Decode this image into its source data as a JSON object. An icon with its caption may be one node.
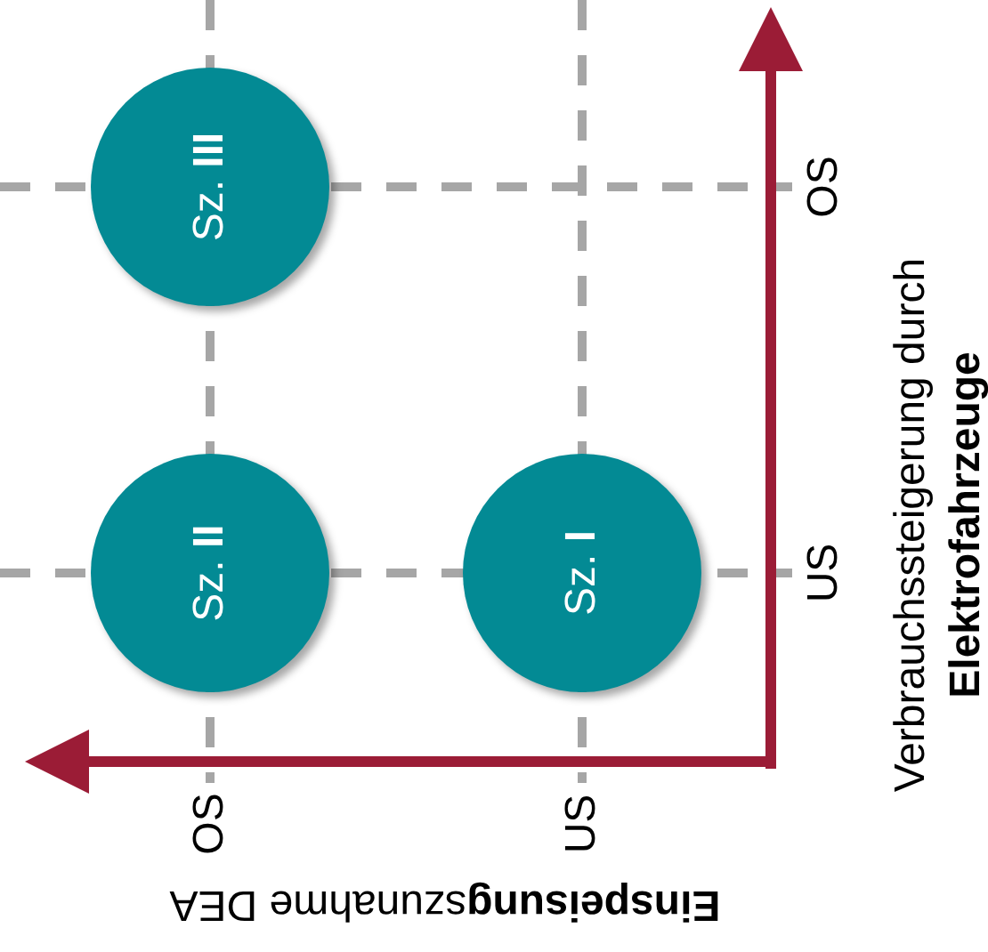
{
  "diagram": {
    "nodes": [
      {
        "text": [
          "Sz. **III**"
        ]
      },
      {
        "text": [
          "Sz. **II**"
        ]
      },
      {
        "text": [
          "Sz. **I**"
        ]
      }
    ],
    "labels": [
      "OS",
      "US",
      "**Einspeisung**szunahme DEA",
      "OS",
      "US",
      "Verbrauchssteigerung durch **Elektrofahrzeuge**"
    ]
  }
}
